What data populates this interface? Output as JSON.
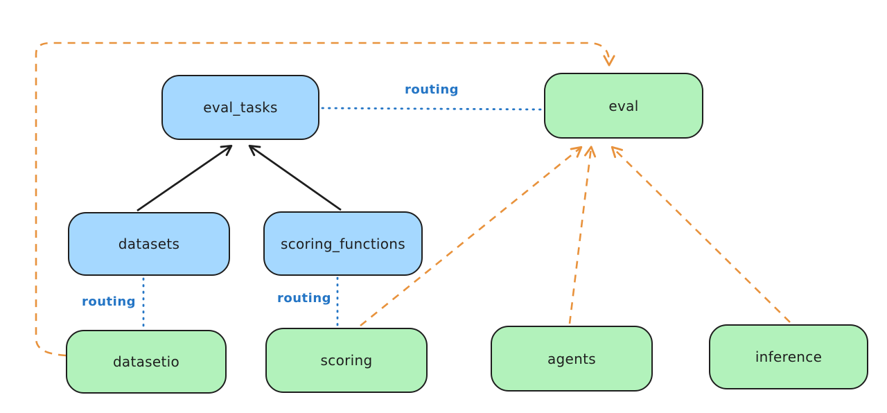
{
  "diagram": {
    "background": "#ffffff",
    "colors": {
      "node_border": "#1e1e1e",
      "node_blue_fill": "#a5d8ff",
      "node_green_fill": "#b2f2bb",
      "solid_arrow": "#1e1e1e",
      "routing_blue": "#2475c5",
      "dashed_orange": "#e8923c"
    },
    "nodes": {
      "eval_tasks": {
        "label": "eval_tasks",
        "fill": "#a5d8ff"
      },
      "eval": {
        "label": "eval",
        "fill": "#b2f2bb"
      },
      "datasets": {
        "label": "datasets",
        "fill": "#a5d8ff"
      },
      "scoring_functions": {
        "label": "scoring_functions",
        "fill": "#a5d8ff"
      },
      "datasetio": {
        "label": "datasetio",
        "fill": "#b2f2bb"
      },
      "scoring": {
        "label": "scoring",
        "fill": "#b2f2bb"
      },
      "agents": {
        "label": "agents",
        "fill": "#b2f2bb"
      },
      "inference": {
        "label": "inference",
        "fill": "#b2f2bb"
      }
    },
    "edges": {
      "datasets_to_eval_tasks": {
        "from": "datasets",
        "to": "eval_tasks",
        "style": "solid",
        "color": "#1e1e1e",
        "arrow": "end"
      },
      "scoring_functions_to_eval_tasks": {
        "from": "scoring_functions",
        "to": "eval_tasks",
        "style": "solid",
        "color": "#1e1e1e",
        "arrow": "end"
      },
      "eval_tasks_to_eval": {
        "from": "eval_tasks",
        "to": "eval",
        "style": "dotted",
        "color": "#2475c5",
        "label": "routing",
        "arrow": "none"
      },
      "datasets_to_datasetio": {
        "from": "datasets",
        "to": "datasetio",
        "style": "dotted",
        "color": "#2475c5",
        "label": "routing",
        "arrow": "none"
      },
      "scoring_functions_to_scoring": {
        "from": "scoring_functions",
        "to": "scoring",
        "style": "dotted",
        "color": "#2475c5",
        "label": "routing",
        "arrow": "none"
      },
      "datasetio_to_eval": {
        "from": "datasetio",
        "to": "eval",
        "style": "dashed",
        "color": "#e8923c",
        "arrow": "end",
        "route": "around-top-left"
      },
      "scoring_to_eval": {
        "from": "scoring",
        "to": "eval",
        "style": "dashed",
        "color": "#e8923c",
        "arrow": "end"
      },
      "agents_to_eval": {
        "from": "agents",
        "to": "eval",
        "style": "dashed",
        "color": "#e8923c",
        "arrow": "end"
      },
      "inference_to_eval": {
        "from": "inference",
        "to": "eval",
        "style": "dashed",
        "color": "#e8923c",
        "arrow": "end"
      }
    }
  }
}
